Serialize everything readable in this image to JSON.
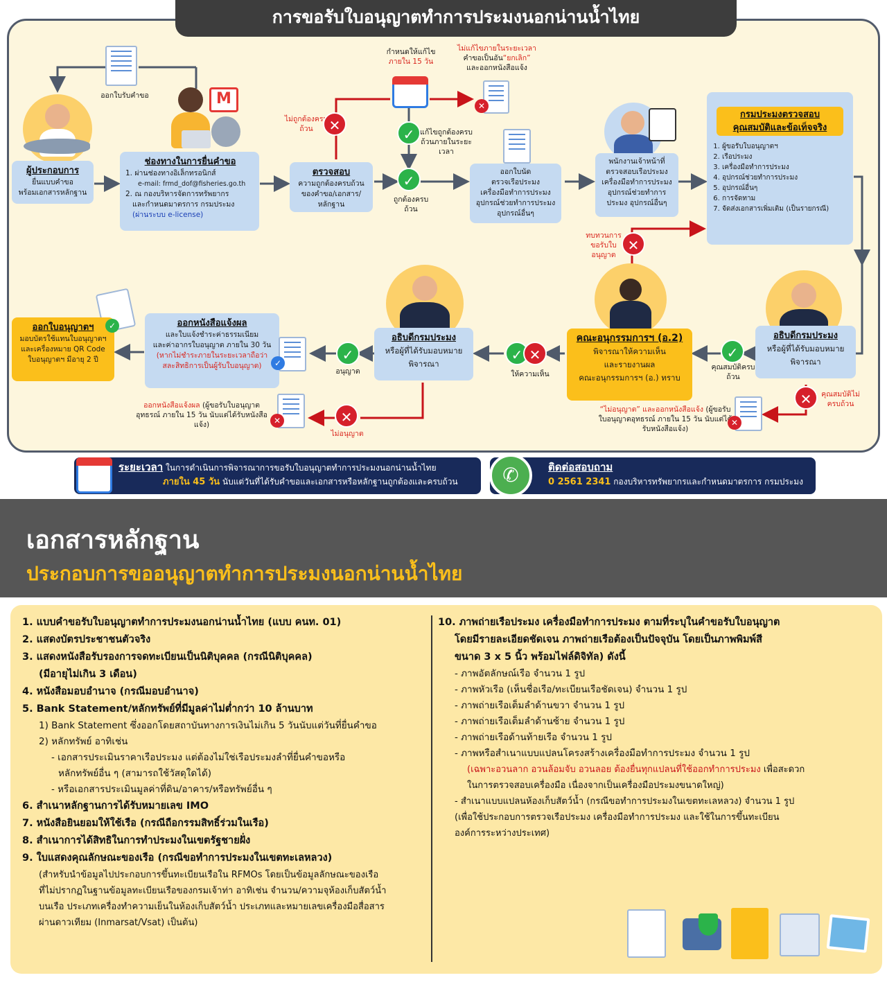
{
  "title": "การขอรับใบอนุญาตทำการประมงนอกน่านน้ำไทย",
  "flow": {
    "issue_form_label": "ออกใบรับคำขอ",
    "applicant": {
      "title": "ผู้ประกอบการ",
      "line1": "ยื่นแบบคำขอ",
      "line2": "พร้อมเอกสารหลักฐาน"
    },
    "channel": {
      "title": "ช่องทางในการยื่นคำขอ",
      "line1": "1.  ผ่านช่องทางอิเล็กทรอนิกส์",
      "line2": "e-mail: frmd_dof@fisheries.go.th",
      "line3": "2.  ณ กองบริหารจัดการทรัพยากร",
      "line4": "และกำหนดมาตรการ กรมประมง",
      "line5": "(ผ่านระบบ e-license)"
    },
    "check": {
      "title": "ตรวจสอบ",
      "line1": "ความถูกต้องครบถ้วน",
      "line2": "ของคำขอ/เอกสาร/",
      "line3": "หลักฐาน"
    },
    "incorrect_label1": "ไม่ถูกต้อง",
    "incorrect_label2": "ครบถ้วน",
    "deadline1": "กำหนดให้แก้ไข",
    "deadline2": "ภายใน 15 วัน",
    "notfix1": "ไม่แก้ไขภายในระยะเวลา",
    "notfix2a": "คำขอเป็นอัน",
    "notfix2b": "“ยกเลิก”",
    "notfix3": "และออกหนังสือแจ้ง",
    "fixed1": "แก้ไข",
    "fixed2": "ถูกต้องครบถ้วน",
    "fixed3": "ภายในระยะเวลา",
    "correct1": "ถูกต้อง",
    "correct2": "ครบถ้วน",
    "appoint": {
      "line1": "ออกใบนัด",
      "line2": "ตรวจเรือประมง",
      "line3": "เครื่องมือทำการประมง",
      "line4": "อุปกรณ์ช่วยทำการประมง",
      "line5": "อุปกรณ์อื่นๆ"
    },
    "officer": {
      "line1": "พนักงานเจ้าหน้าที่",
      "line2": "ตรวจสอบเรือประมง",
      "line3": "เครื่องมือทำการประมง",
      "line4": "อุปกรณ์ช่วยทำการ",
      "line5": "ประมง อุปกรณ์อื่นๆ"
    },
    "dof_check": {
      "title1": "กรมประมงตรวจสอบ",
      "title2": "คุณสมบัติและข้อเท็จจริง",
      "items": [
        "ผู้ขอรับใบอนุญาตฯ",
        "เรือประมง",
        "เครื่องมือทำการประมง",
        "อุปกรณ์ช่วยทำการประมง",
        "อุปกรณ์อื่นๆ",
        "การจัดทาม",
        "จัดส่งเอกสารเพิ่มเติม (เป็นรายกรณี)"
      ]
    },
    "review1": "ทบทวน",
    "review2": "การขอรับ",
    "review3": "ใบอนุญาต",
    "director_right": {
      "title": "อธิบดีกรมประมง",
      "line1": "หรือผู้ที่ได้รับมอบหมาย",
      "line2": "พิจารณา"
    },
    "qual_ok1": "คุณสมบัติ",
    "qual_ok2": "ครบถ้วน",
    "qual_no1": "คุณสมบัติ",
    "qual_no2": "ไม่ครบถ้วน",
    "notallowed_right1": "“ไม่อนุญาต” และออกหนังสือแจ้ง",
    "notallowed_right2": "(ผู้ขอรับใบอนุญาตอุทธรณ์",
    "notallowed_right3": "ภายใน 15 วัน นับแต่ได้รับหนังสือแจ้ง)",
    "committee": {
      "title": "คณะอนุกรรมการฯ (อ.2)",
      "line1": "พิจารณาให้ความเห็น",
      "line2": "และรายงานผล",
      "line3": "คณะอนุกรรมการฯ (อ.) ทราบ"
    },
    "opinion": "ให้ความเห็น",
    "director_mid": {
      "title": "อธิบดีกรมประมง",
      "line1": "หรือผู้ที่ได้รับมอบหมาย",
      "line2": "พิจารณา"
    },
    "approved": "อนุญาต",
    "not_approved": "ไม่อนุญาต",
    "notice_bottom1": "ออกหนังสือแจ้งผล",
    "notice_bottom2": "(ผู้ขอรับใบอนุญาตอุทธรณ์",
    "notice_bottom3": "ภายใน 15 วัน นับแต่ได้รับหนังสือแจ้ง)",
    "result": {
      "title": "ออกหนังสือแจ้งผล",
      "line1": "และใบแจ้งชำระค่าธรรมเนียม",
      "line2": "และค่าอากรใบอนุญาต ภายใน 30 วัน",
      "line3": "(หากไม่ชำระภายในระยะเวลาถือว่า",
      "line4": "สละสิทธิการเป็นผู้รับใบอนุญาต)"
    },
    "license": {
      "title": "ออกใบอนุญาตฯ",
      "line1": "มอบบัตรใช้แทนใบอนุญาตฯ",
      "line2": "และเครื่องหมาย QR Code",
      "line3": "ใบอนุญาตฯ มีอายุ 2 ปี"
    }
  },
  "timeframe": {
    "head": "ระยะเวลา",
    "line1": " ในการดำเนินการพิจารณาการขอรับใบอนุญาตทำการประมงนอกน่านน้ำไทย",
    "line2a": "ภายใน 45 วัน",
    "line2b": " นับแต่วันที่ได้รับคำขอและเอกสารหรือหลักฐานถูกต้องและครบถ้วน"
  },
  "contact": {
    "head": "ติดต่อสอบถาม",
    "phone": "0 2561 2341",
    "office": " กองบริหารทรัพยากรและกำหนดมาตรการ กรมประมง"
  },
  "documents": {
    "title": "เอกสารหลักฐาน",
    "subtitle": "ประกอบการขออนุญาตทำการประมงนอกน่านน้ำไทย",
    "left": [
      "1. แบบคำขอรับใบอนุญาตทำการประมงนอกน่านน้ำไทย (แบบ คนท. 01)",
      "2. แสดงบัตรประชาชนตัวจริง",
      "3. แสดงหนังสือรับรองการจดทะเบียนเป็นนิติบุคคล (กรณีนิติบุคคล)",
      "(มีอายุไม่เกิน 3 เดือน)",
      "4. หนังสือมอบอำนาจ (กรณีมอบอำนาจ)",
      "5. Bank Statement/หลักทรัพย์ที่มีมูลค่าไม่ต่ำกว่า 10 ล้านบาท",
      "1) Bank Statement ซึ่งออกโดยสถาบันทางการเงินไม่เกิน 5 วันนับแต่วันที่ยื่นคำขอ",
      "2) หลักทรัพย์ อาทิเช่น",
      "- เอกสารประเมินราคาเรือประมง แต่ต้องไม่ใช่เรือประมงลำที่ยื่นคำขอหรือ",
      "หลักทรัพย์อื่น ๆ (สามารถใช้วัสดุใดได้)",
      "- หรือเอกสารประเมินมูลค่าที่ดิน/อาคาร/หรือทรัพย์อื่น ๆ",
      "6. สำเนาหลักฐานการได้รับหมายเลข IMO",
      "7. หนังสือยินยอมให้ใช้เรือ (กรณีถือกรรมสิทธิ์ร่วมในเรือ)",
      "8. สำเนาการได้สิทธิในการทำประมงในเขตรัฐชายฝั่ง",
      "9. ใบแสดงคุณลักษณะของเรือ (กรณีขอทำการประมงในเขตทะเลหลวง)",
      "(สำหรับนำข้อมูลไปประกอบการขึ้นทะเบียนเรือใน RFMOs โดยเป็นข้อมูลลักษณะของเรือ",
      "ที่ไม่ปรากฏในฐานข้อมูลทะเบียนเรือของกรมเจ้าท่า อาทิเช่น จำนวน/ความจุห้องเก็บสัตว์น้ำ",
      "บนเรือ ประเภทเครื่องทำความเย็นในห้องเก็บสัตว์น้ำ ประเภทและหมายเลขเครื่องมือสื่อสาร",
      "ผ่านดาวเทียม (Inmarsat/Vsat) เป็นต้น)"
    ],
    "right": [
      "10. ภาพถ่ายเรือประมง เครื่องมือทำการประมง ตามที่ระบุในคำขอรับใบอนุญาต",
      "โดยมีรายละเอียดชัดเจน ภาพถ่ายเรือต้องเป็นปัจจุบัน โดยเป็นภาพพิมพ์สี",
      "ขนาด 3 x 5 นิ้ว พร้อมไฟล์ดิจิทัล) ดังนี้",
      "- ภาพอัตลักษณ์เรือ จำนวน 1 รูป",
      "- ภาพหัวเรือ (เห็นชื่อเรือ/ทะเบียนเรือชัดเจน) จำนวน 1 รูป",
      "- ภาพถ่ายเรือเต็มลำด้านขวา จำนวน 1 รูป",
      "- ภาพถ่ายเรือเต็มลำด้านซ้าย จำนวน 1 รูป",
      "- ภาพถ่ายเรือด้านท้ายเรือ จำนวน 1 รูป",
      "- ภาพหรือสำเนาแบบแปลนโครงสร้างเครื่องมือทำการประมง จำนวน 1 รูป",
      "(เฉพาะอวนลาก อวนล้อมจับ อวนลอย ต้องยื่นทุกแปลนที่ใช้ออกทำการประมง",
      " เพื่อสะดวก",
      "ในการตรวจสอบเครื่องมือ เนื่องจากเป็นเครื่องมือประมงขนาดใหญ่)",
      "- สำเนาแบบแปลนห้องเก็บสัตว์น้ำ (กรณีขอทำการประมงในเขตทะเลหลวง) จำนวน 1 รูป",
      "(เพื่อใช้ประกอบการตรวจเรือประมง เครื่องมือทำการประมง และใช้ในการขึ้นทะเบียน",
      "องค์การระหว่างประเทศ)"
    ]
  },
  "colors": {
    "navy": "#182a5a",
    "yellow": "#fbbf1b",
    "box_blue": "#c5daf1",
    "red": "#d6202b",
    "green": "#2bb34a",
    "band": "#565656",
    "panel": "#fde8a6"
  }
}
